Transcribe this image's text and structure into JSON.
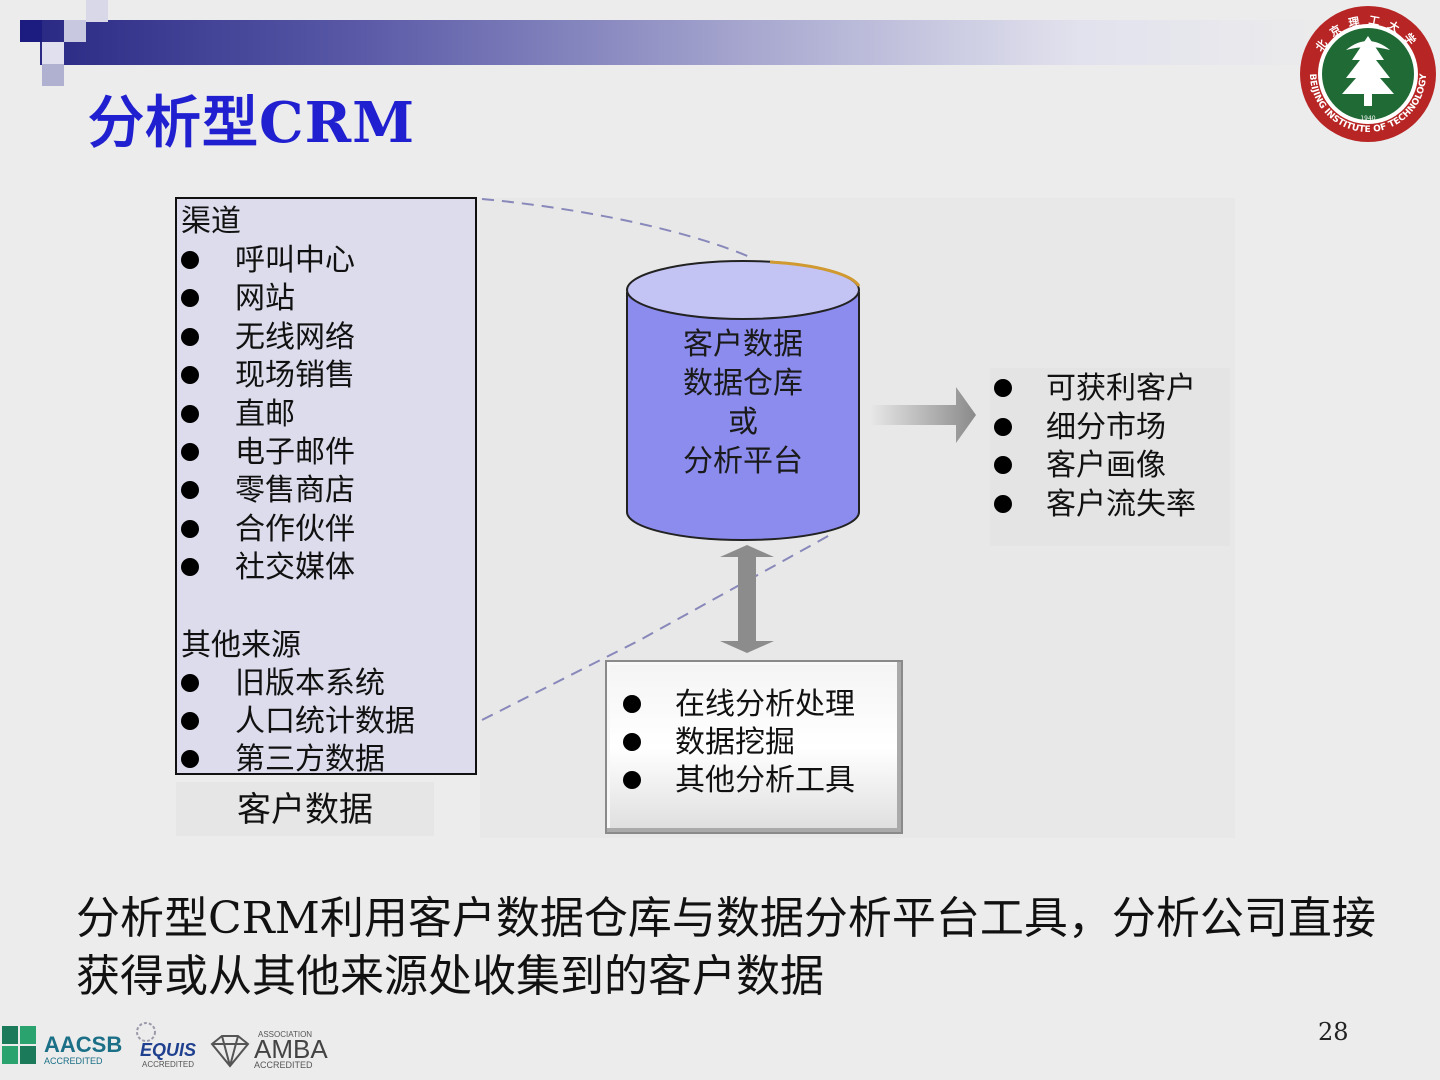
{
  "slide": {
    "title": "分析型CRM",
    "page_number": "28",
    "colors": {
      "title": "#2020d0",
      "source_box": "#dcdcec",
      "cylinder": "#8c8cee"
    }
  },
  "source_box": {
    "channels_heading": "渠道",
    "channels": [
      "呼叫中心",
      "网站",
      "无线网络",
      "现场销售",
      "直邮",
      "电子邮件",
      "零售商店",
      "合作伙伴",
      "社交媒体"
    ],
    "other_heading": "其他来源",
    "other_sources": [
      "旧版本系统",
      "人口统计数据",
      "第三方数据"
    ],
    "caption": "客户数据"
  },
  "warehouse": {
    "lines": [
      "客户数据",
      "数据仓库",
      "或",
      "分析平台"
    ]
  },
  "results": [
    "可获利客户",
    "细分市场",
    "客户画像",
    "客户流失率"
  ],
  "tools": [
    "在线分析处理",
    "数据挖掘",
    "其他分析工具"
  ],
  "summary": "分析型CRM利用客户数据仓库与数据分析平台工具，分析公司直接获得或从其他来源处收集到的客户数据",
  "logos": {
    "aacsb": "AACSB",
    "aacsb_sub": "ACCREDITED",
    "equis": "EQUIS",
    "equis_sub": "ACCREDITED",
    "amba": "AMBA",
    "amba_top": "ASSOCIATION",
    "amba_sub": "ACCREDITED",
    "university_seal": "BEIJING INSTITUTE OF TECHNOLOGY",
    "seal_year": "1940",
    "seal_chinese": "北京理工大学"
  }
}
